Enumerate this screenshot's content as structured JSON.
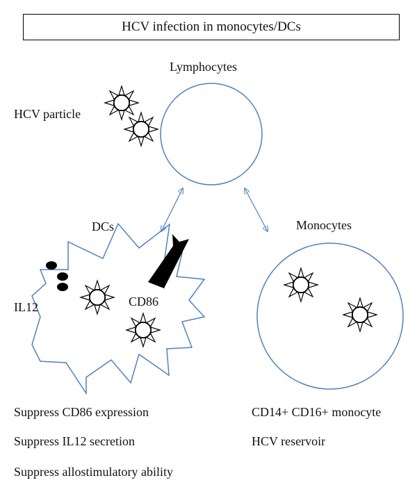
{
  "title": "HCV infection in monocytes/DCs",
  "labels": {
    "lymphocytes": "Lymphocytes",
    "hcv_particle": "HCV particle",
    "dcs": "DCs",
    "monocytes": "Monocytes",
    "il12": "IL12",
    "cd86": "CD86"
  },
  "dc_effects": [
    "Suppress CD86 expression",
    "Suppress IL12 secretion",
    "Suppress allostimulatory ability"
  ],
  "monocyte_notes": [
    "CD14+ CD16+ monocyte",
    "HCV reservoir"
  ],
  "colors": {
    "cell_outline": "#4f81bd",
    "arrow": "#4f81bd",
    "ink": "#000000"
  },
  "icons": {
    "virus": "hcv-virus-icon",
    "il12_dot": "il12-dot-icon",
    "cd86_receptor": "cd86-receptor-icon"
  }
}
